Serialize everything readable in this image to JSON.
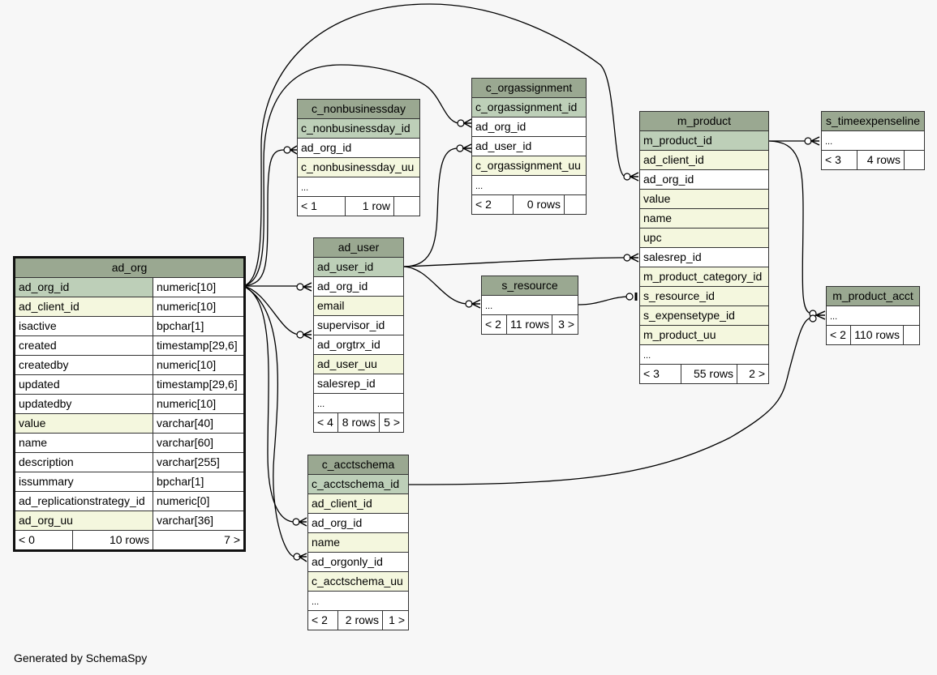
{
  "footer": "Generated by SchemaSpy",
  "colors": {
    "header": "#9aa891",
    "primary_key": "#bdcfb8",
    "indexed": "#f4f7de",
    "background": "#f7f7f7"
  },
  "tables": {
    "ad_org": {
      "name": "ad_org",
      "columns": [
        {
          "name": "ad_org_id",
          "type": "numeric[10]",
          "kind": "pk"
        },
        {
          "name": "ad_client_id",
          "type": "numeric[10]",
          "kind": "idx"
        },
        {
          "name": "isactive",
          "type": "bpchar[1]",
          "kind": "plain"
        },
        {
          "name": "created",
          "type": "timestamp[29,6]",
          "kind": "plain"
        },
        {
          "name": "createdby",
          "type": "numeric[10]",
          "kind": "plain"
        },
        {
          "name": "updated",
          "type": "timestamp[29,6]",
          "kind": "plain"
        },
        {
          "name": "updatedby",
          "type": "numeric[10]",
          "kind": "plain"
        },
        {
          "name": "value",
          "type": "varchar[40]",
          "kind": "idx"
        },
        {
          "name": "name",
          "type": "varchar[60]",
          "kind": "plain"
        },
        {
          "name": "description",
          "type": "varchar[255]",
          "kind": "plain"
        },
        {
          "name": "issummary",
          "type": "bpchar[1]",
          "kind": "plain"
        },
        {
          "name": "ad_replicationstrategy_id",
          "type": "numeric[0]",
          "kind": "plain"
        },
        {
          "name": "ad_org_uu",
          "type": "varchar[36]",
          "kind": "idx"
        }
      ],
      "footer": {
        "parents": "< 0",
        "rows": "10 rows",
        "children": "7 >"
      }
    },
    "c_nonbusinessday": {
      "name": "c_nonbusinessday",
      "columns": [
        {
          "name": "c_nonbusinessday_id",
          "kind": "pk"
        },
        {
          "name": "ad_org_id",
          "kind": "plain"
        },
        {
          "name": "c_nonbusinessday_uu",
          "kind": "idx"
        },
        {
          "name": "...",
          "kind": "ell"
        }
      ],
      "footer": {
        "parents": "< 1",
        "rows": "1 row",
        "children": ""
      }
    },
    "c_orgassignment": {
      "name": "c_orgassignment",
      "columns": [
        {
          "name": "c_orgassignment_id",
          "kind": "pk"
        },
        {
          "name": "ad_org_id",
          "kind": "plain"
        },
        {
          "name": "ad_user_id",
          "kind": "plain"
        },
        {
          "name": "c_orgassignment_uu",
          "kind": "idx"
        },
        {
          "name": "...",
          "kind": "ell"
        }
      ],
      "footer": {
        "parents": "< 2",
        "rows": "0 rows",
        "children": ""
      }
    },
    "ad_user": {
      "name": "ad_user",
      "columns": [
        {
          "name": "ad_user_id",
          "kind": "pk"
        },
        {
          "name": "ad_org_id",
          "kind": "plain"
        },
        {
          "name": "email",
          "kind": "idx"
        },
        {
          "name": "supervisor_id",
          "kind": "plain"
        },
        {
          "name": "ad_orgtrx_id",
          "kind": "plain"
        },
        {
          "name": "ad_user_uu",
          "kind": "idx"
        },
        {
          "name": "salesrep_id",
          "kind": "plain"
        },
        {
          "name": "...",
          "kind": "ell"
        }
      ],
      "footer": {
        "parents": "< 4",
        "rows": "8 rows",
        "children": "5 >"
      }
    },
    "s_resource": {
      "name": "s_resource",
      "columns": [
        {
          "name": "...",
          "kind": "ell"
        }
      ],
      "footer": {
        "parents": "< 2",
        "rows": "11 rows",
        "children": "3 >"
      }
    },
    "m_product": {
      "name": "m_product",
      "columns": [
        {
          "name": "m_product_id",
          "kind": "pk"
        },
        {
          "name": "ad_client_id",
          "kind": "idx"
        },
        {
          "name": "ad_org_id",
          "kind": "plain"
        },
        {
          "name": "value",
          "kind": "idx"
        },
        {
          "name": "name",
          "kind": "idx"
        },
        {
          "name": "upc",
          "kind": "idx"
        },
        {
          "name": "salesrep_id",
          "kind": "plain"
        },
        {
          "name": "m_product_category_id",
          "kind": "idx"
        },
        {
          "name": "s_resource_id",
          "kind": "idx"
        },
        {
          "name": "s_expensetype_id",
          "kind": "idx"
        },
        {
          "name": "m_product_uu",
          "kind": "idx"
        },
        {
          "name": "...",
          "kind": "ell"
        }
      ],
      "footer": {
        "parents": "< 3",
        "rows": "55 rows",
        "children": "2 >"
      }
    },
    "s_timeexpenseline": {
      "name": "s_timeexpenseline",
      "columns": [
        {
          "name": "...",
          "kind": "ell"
        }
      ],
      "footer": {
        "parents": "< 3",
        "rows": "4 rows",
        "children": ""
      }
    },
    "m_product_acct": {
      "name": "m_product_acct",
      "columns": [
        {
          "name": "...",
          "kind": "ell"
        }
      ],
      "footer": {
        "parents": "< 2",
        "rows": "110 rows",
        "children": ""
      }
    },
    "c_acctschema": {
      "name": "c_acctschema",
      "columns": [
        {
          "name": "c_acctschema_id",
          "kind": "pk"
        },
        {
          "name": "ad_client_id",
          "kind": "idx"
        },
        {
          "name": "ad_org_id",
          "kind": "plain"
        },
        {
          "name": "name",
          "kind": "idx"
        },
        {
          "name": "ad_orgonly_id",
          "kind": "plain"
        },
        {
          "name": "c_acctschema_uu",
          "kind": "idx"
        },
        {
          "name": "...",
          "kind": "ell"
        }
      ],
      "footer": {
        "parents": "< 2",
        "rows": "2 rows",
        "children": "1 >"
      }
    }
  },
  "relationships": [
    {
      "from": "ad_org.ad_org_id",
      "to": "c_nonbusinessday.ad_org_id"
    },
    {
      "from": "ad_org.ad_org_id",
      "to": "c_orgassignment.ad_org_id"
    },
    {
      "from": "ad_org.ad_org_id",
      "to": "m_product.ad_org_id"
    },
    {
      "from": "ad_org.ad_org_id",
      "to": "ad_user.ad_org_id"
    },
    {
      "from": "ad_org.ad_org_id",
      "to": "ad_user.ad_orgtrx_id"
    },
    {
      "from": "ad_org.ad_org_id",
      "to": "c_acctschema.ad_org_id"
    },
    {
      "from": "ad_org.ad_org_id",
      "to": "c_acctschema.ad_orgonly_id"
    },
    {
      "from": "ad_user.ad_user_id",
      "to": "c_orgassignment.ad_user_id"
    },
    {
      "from": "ad_user.ad_user_id",
      "to": "m_product.salesrep_id"
    },
    {
      "from": "ad_user.ad_user_id",
      "to": "s_resource"
    },
    {
      "from": "s_resource",
      "to": "m_product.s_resource_id"
    },
    {
      "from": "m_product.m_product_id",
      "to": "s_timeexpenseline"
    },
    {
      "from": "m_product.m_product_id",
      "to": "m_product_acct"
    },
    {
      "from": "c_acctschema.c_acctschema_id",
      "to": "m_product_acct"
    }
  ]
}
